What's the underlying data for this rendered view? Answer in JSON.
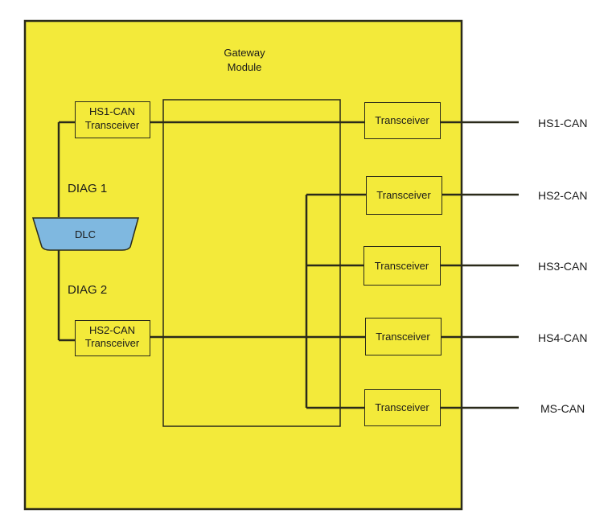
{
  "module": {
    "title_line1": "Gateway",
    "title_line2": "Module"
  },
  "left_transceivers": [
    {
      "line1": "HS1-CAN",
      "line2": "Transceiver"
    },
    {
      "line1": "HS2-CAN",
      "line2": "Transceiver"
    }
  ],
  "right_transceivers": [
    "Transceiver",
    "Transceiver",
    "Transceiver",
    "Transceiver",
    "Transceiver"
  ],
  "bus_labels": [
    "HS1-CAN",
    "HS2-CAN",
    "HS3-CAN",
    "HS4-CAN",
    "MS-CAN"
  ],
  "diag": {
    "diag1": "DIAG 1",
    "diag2": "DIAG 2",
    "connector": "DLC"
  },
  "colors": {
    "module_fill": "#f3ea3a",
    "line": "#2a2a1a",
    "dlc_fill": "#7fb8e0"
  }
}
